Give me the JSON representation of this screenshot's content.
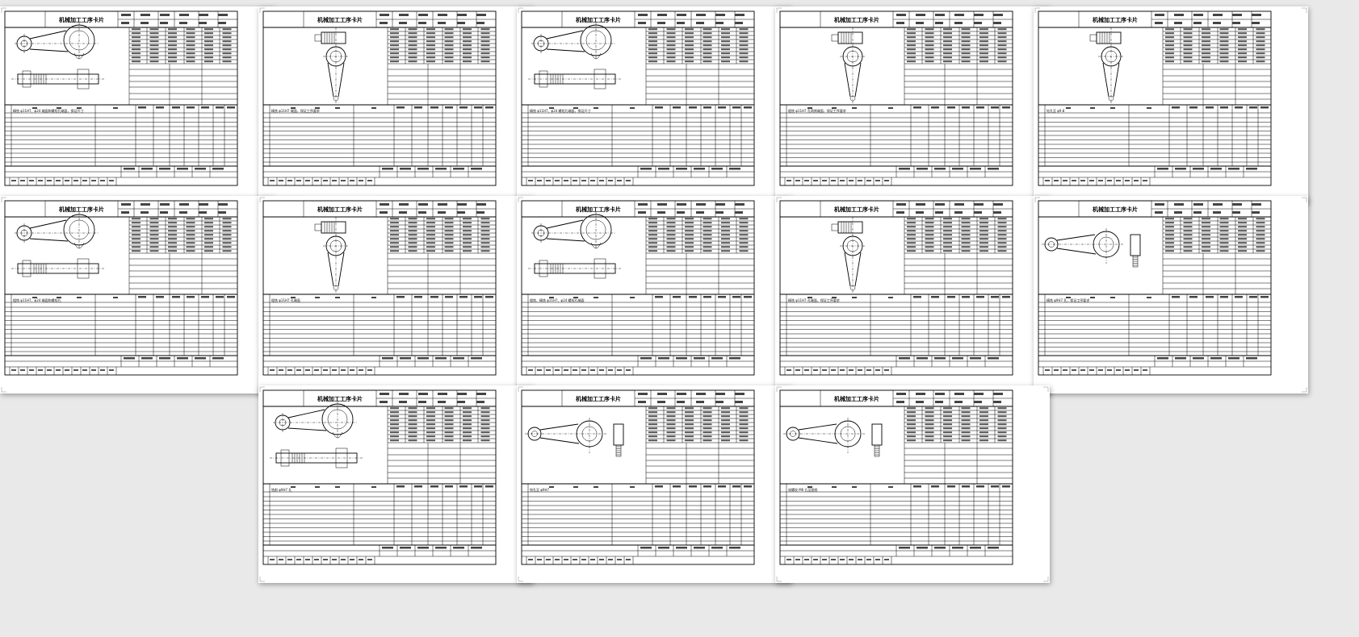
{
  "card_title": "机械加工工序卡片",
  "pages": [
    {
      "layout": "arm",
      "op_text": "精铣 φ11H7、φ24 端面和螺栓孔端面，保证尺寸"
    },
    {
      "layout": "rod",
      "op_text": "精铣 φ11H7 端面，保证工序要求"
    },
    {
      "layout": "arm",
      "op_text": "精铣 φ11H7、φ24 螺栓孔端面，保证尺寸"
    },
    {
      "layout": "rod",
      "op_text": "粗铣 φ11H7 孔两侧端面，保证工序要求"
    },
    {
      "layout": "rod",
      "op_text": "钻孔至 φ9.8"
    },
    {
      "layout": "arm",
      "op_text": "粗铣 φ11H7、φ24 端面和螺栓孔"
    },
    {
      "layout": "rod",
      "op_text": "粗铣 φ11H7 孔端面"
    },
    {
      "layout": "arm",
      "op_text": "粗铣、精铣 φ11H7、φ24 螺栓孔端面"
    },
    {
      "layout": "rod",
      "op_text": "精铣 φ11H7 孔端面，保证工序要求"
    },
    {
      "layout": "side",
      "op_text": "精铣 φ9H7 孔，保证工序要求"
    },
    {
      "layout": "arm",
      "op_text": "铣削 φ9H7 孔"
    },
    {
      "layout": "side",
      "op_text": "铰孔至 φ9H7"
    },
    {
      "layout": "side",
      "op_text": "攻螺纹 M6 孔至图纸"
    }
  ],
  "colors": {
    "background": "#e9e9e9",
    "page": "#ffffff",
    "line": "#000000"
  }
}
